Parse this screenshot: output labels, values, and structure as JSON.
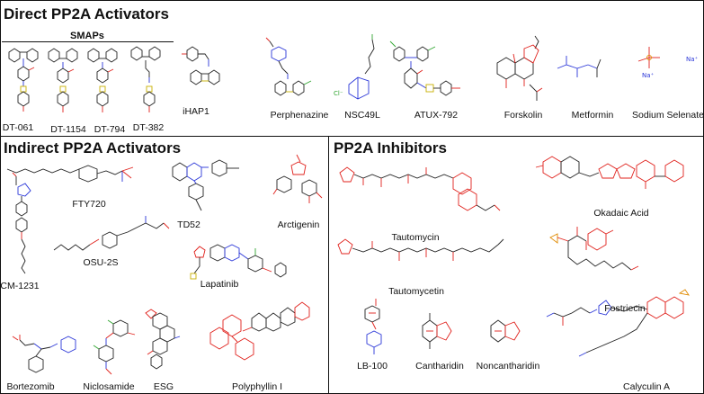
{
  "sections": {
    "direct": {
      "title": "Direct PP2A Activators"
    },
    "indirect": {
      "title": "Indirect PP2A Activators"
    },
    "inhibitors": {
      "title": "PP2A Inhibitors"
    }
  },
  "smaps": {
    "title": "SMAPs"
  },
  "direct_compounds": [
    "DT-061",
    "DT-1154",
    "DT-794",
    "DT-382",
    "iHAP1",
    "Perphenazine",
    "NSC49L",
    "ATUX-792",
    "Forskolin",
    "Metformin",
    "Sodium Selenate"
  ],
  "indirect_compounds": [
    "FTY720",
    "TD52",
    "Arctigenin",
    "CM-1231",
    "OSU-2S",
    "Lapatinib",
    "Bortezomib",
    "Niclosamide",
    "ESG",
    "Polyphyllin I"
  ],
  "inhibitor_compounds": [
    "Tautomycin",
    "Okadaic Acid",
    "Tautomycetin",
    "Fostriecin",
    "LB-100",
    "Cantharidin",
    "Noncantharidin",
    "Calyculin A"
  ],
  "ions": {
    "chloride": "Cl⁻",
    "sodium": "Na⁺"
  },
  "colors": {
    "oxygen": "#e0201b",
    "nitrogen": "#2a36d8",
    "sulfur": "#c8b000",
    "chlorine": "#2fa52f",
    "phosphorus": "#e08a00",
    "border": "#111111"
  }
}
